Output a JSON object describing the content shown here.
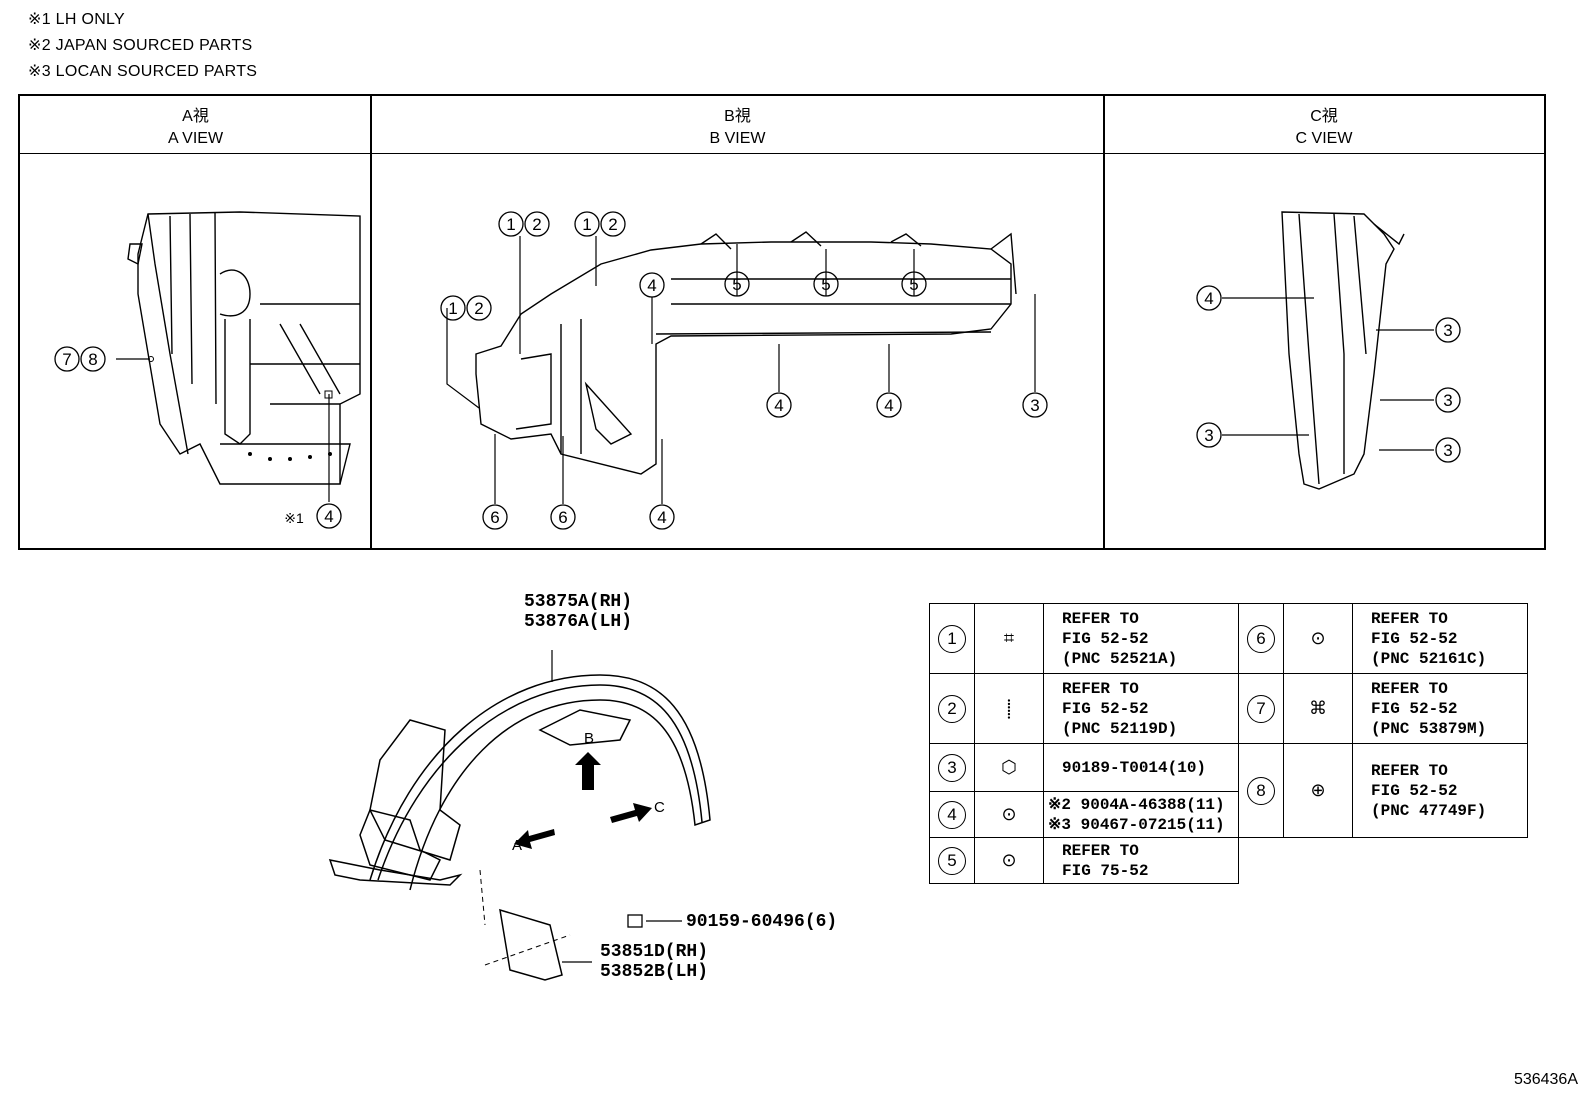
{
  "notes": [
    "※1 LH ONLY",
    "※2 JAPAN SOURCED PARTS",
    "※3 LOCAN SOURCED PARTS"
  ],
  "views": [
    {
      "jp": "A視",
      "en": "A VIEW"
    },
    {
      "jp": "B視",
      "en": "B VIEW"
    },
    {
      "jp": "C視",
      "en": "C VIEW"
    }
  ],
  "callouts": {
    "a_view": [
      "7",
      "8",
      "※1",
      "4"
    ],
    "b_view": [
      "1",
      "2",
      "1",
      "2",
      "1",
      "2",
      "4",
      "5",
      "5",
      "5",
      "6",
      "6",
      "4",
      "4",
      "4",
      "3"
    ],
    "c_view": [
      "4",
      "3",
      "3",
      "3",
      "3"
    ]
  },
  "main_parts": {
    "liner_rh": "53875A(RH)",
    "liner_lh": "53876A(LH)",
    "screw": "90159-60496(6)",
    "flap_rh": "53851D(RH)",
    "flap_lh": "53852B(LH)",
    "arrow_a": "A",
    "arrow_b": "B",
    "arrow_c": "C"
  },
  "legend_left": [
    {
      "num": "1",
      "icon": "clip-icon",
      "lines": [
        "REFER TO",
        "FIG 52-52",
        "(PNC 52521A)"
      ]
    },
    {
      "num": "2",
      "icon": "screw-icon",
      "lines": [
        "REFER TO",
        "FIG 52-52",
        "(PNC 52119D)"
      ]
    },
    {
      "num": "3",
      "icon": "nut-icon",
      "lines": [
        "90189-T0014(10)"
      ]
    },
    {
      "num": "4",
      "icon": "push-clip-icon",
      "lines": [
        "※2 9004A-46388(11)",
        "※3 90467-07215(11)"
      ]
    },
    {
      "num": "5",
      "icon": "push-clip-icon",
      "lines": [
        "REFER TO",
        "FIG 75-52"
      ]
    }
  ],
  "legend_right": [
    {
      "num": "6",
      "icon": "rivet-icon",
      "lines": [
        "REFER TO",
        "FIG 52-52",
        "(PNC 52161C)"
      ]
    },
    {
      "num": "7",
      "icon": "retainer-icon",
      "lines": [
        "REFER TO",
        "FIG 52-52",
        "(PNC 53879M)"
      ]
    },
    {
      "num": "8",
      "icon": "bolt-icon",
      "lines": [
        "REFER TO",
        "FIG 52-52",
        "(PNC 47749F)"
      ]
    }
  ],
  "doc_id": "536436A"
}
